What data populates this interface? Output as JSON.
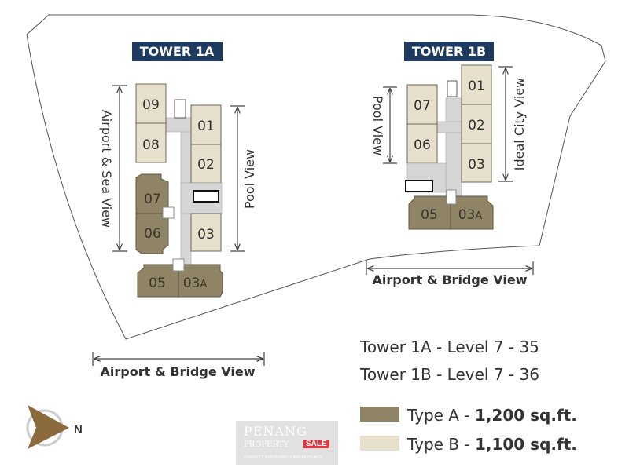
{
  "towers": [
    {
      "label": "TOWER 1A",
      "units": [
        "09",
        "08",
        "07",
        "06",
        "01",
        "02",
        "03",
        "05",
        "03"
      ],
      "unit_suffix": "A",
      "views": {
        "left": "Airport & Sea View",
        "right": "Pool View",
        "bottom": "Airport & Bridge View"
      }
    },
    {
      "label": "TOWER 1B",
      "units": [
        "07",
        "06",
        "01",
        "02",
        "03",
        "05",
        "03"
      ],
      "unit_suffix": "A",
      "views": {
        "left": "Pool View",
        "right": "Ideal City View",
        "bottom": "Airport & Bridge View"
      }
    }
  ],
  "levels": [
    "Tower 1A - Level 7 - 35",
    "Tower 1B - Level 7 - 36"
  ],
  "legend": [
    {
      "label": "Type A - ",
      "size": "1,200 sq.ft.",
      "color": "#8f8466"
    },
    {
      "label": "Type B - ",
      "size": "1,100 sq.ft.",
      "color": "#e6e0cc"
    }
  ],
  "compass": {
    "label": "N",
    "icon": "north-arrow-icon"
  },
  "watermark": {
    "line1": "PENANG",
    "line2": "PROPERTY",
    "badge": "SALE",
    "tagline": "PENANG'S #1 PROPERTY MARKETPLACE"
  }
}
